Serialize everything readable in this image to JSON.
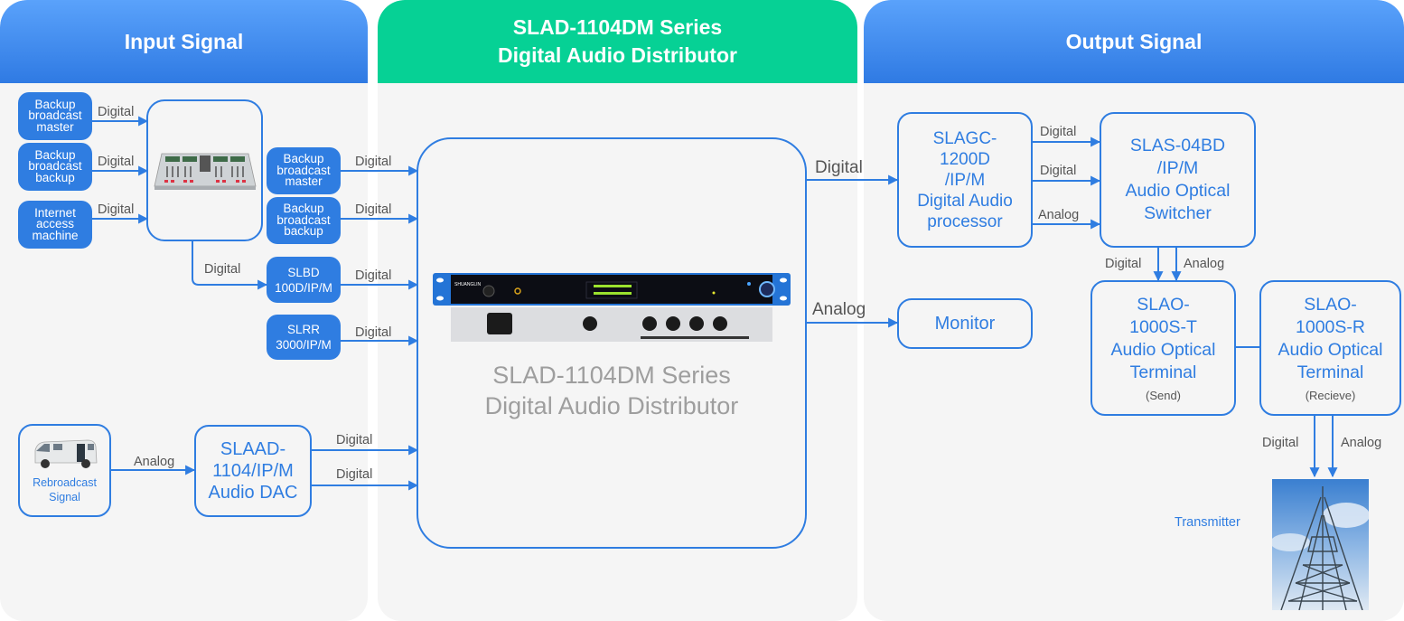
{
  "headers": {
    "input": "Input Signal",
    "center_line1": "SLAD-1104DM Series",
    "center_line2": "Digital Audio Distributor",
    "output": "Output Signal"
  },
  "colors": {
    "accent_blue": "#2f7de1",
    "header_green": "#06d195",
    "panel_bg": "#f5f5f5",
    "label_gray": "#555555",
    "caption_gray": "#9e9e9e"
  },
  "input": {
    "sources": [
      {
        "l1": "Backup",
        "l2": "broadcast",
        "l3": "master",
        "signal": "Digital"
      },
      {
        "l1": "Backup",
        "l2": "broadcast",
        "l3": "backup",
        "signal": "Digital"
      },
      {
        "l1": "Internet",
        "l2": "access",
        "l3": "machine",
        "signal": "Digital"
      }
    ],
    "mixer_icon": "mixing-console-image",
    "mixer_out_signal": "Digital",
    "mid_sources": [
      {
        "l1": "Backup",
        "l2": "broadcast",
        "l3": "master",
        "signal": "Digital"
      },
      {
        "l1": "Backup",
        "l2": "broadcast",
        "l3": "backup",
        "signal": "Digital"
      },
      {
        "l1": "SLBD",
        "l2": "100D/IP/M",
        "signal": "Digital"
      },
      {
        "l1": "SLRR",
        "l2": "3000/IP/M",
        "signal": "Digital"
      }
    ],
    "rebroadcast": {
      "icon": "van-image",
      "l1": "Rebroadcast",
      "l2": "Signal",
      "signal": "Analog"
    },
    "dac": {
      "l1": "SLAAD-",
      "l2": "1104/IP/M",
      "l3": "Audio DAC",
      "out1": "Digital",
      "out2": "Digital"
    }
  },
  "center": {
    "device_icon": "rack-device-image",
    "caption_l1": "SLAD-1104DM Series",
    "caption_l2": "Digital Audio Distributor",
    "out_digital": "Digital",
    "out_analog": "Analog"
  },
  "output": {
    "processor": {
      "l1": "SLAGC-",
      "l2": "1200D",
      "l3": "/IP/M",
      "l4": "Digital Audio",
      "l5": "processor",
      "out1": "Digital",
      "out2": "Digital",
      "out3": "Analog"
    },
    "switcher": {
      "l1": "SLAS-04BD",
      "l2": "/IP/M",
      "l3": "Audio Optical",
      "l4": "Switcher",
      "out_digital": "Digital",
      "out_analog": "Analog"
    },
    "monitor": "Monitor",
    "terminal_send": {
      "l1": "SLAO-",
      "l2": "1000S-T",
      "l3": "Audio Optical",
      "l4": "Terminal",
      "l5": "(Send)"
    },
    "terminal_recv": {
      "l1": "SLAO-",
      "l2": "1000S-R",
      "l3": "Audio Optical",
      "l4": "Terminal",
      "l5": "(Recieve)",
      "out_digital": "Digital",
      "out_analog": "Analog"
    },
    "transmitter": {
      "label": "Transmitter",
      "icon": "transmitter-tower-image"
    }
  }
}
